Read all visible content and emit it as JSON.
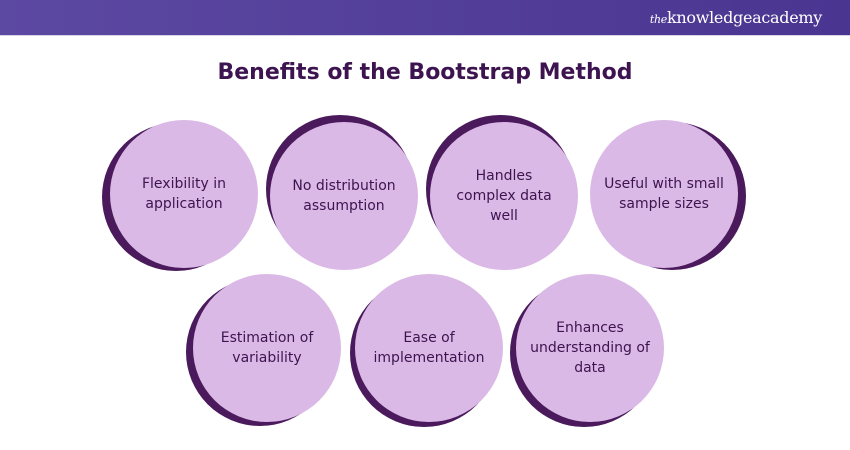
{
  "header": {
    "logo_prefix": "the",
    "logo_text": "knowledgeacademy"
  },
  "title": "Benefits of the Bootstrap Method",
  "benefits": [
    "Flexibility in application",
    "No distribution assumption",
    "Handles complex data well",
    "Useful with small sample sizes",
    "Estimation of variability",
    "Ease of implementation",
    "Enhances understanding of data"
  ],
  "colors": {
    "header": "#5c49a2",
    "title": "#3d1450",
    "circle": "#dbb9e6",
    "circle_shadow": "#4a1a5c"
  }
}
